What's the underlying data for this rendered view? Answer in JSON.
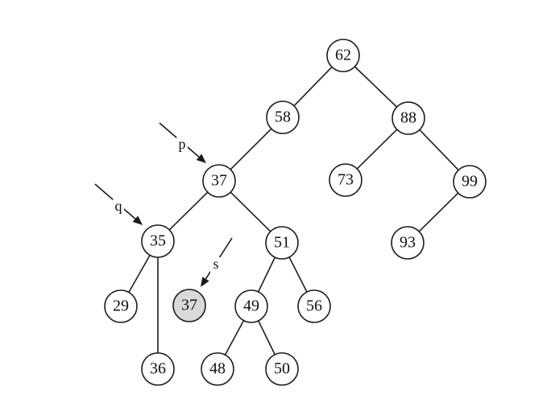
{
  "diagram": {
    "nodes": [
      {
        "id": "n62",
        "label": "62",
        "highlighted": false
      },
      {
        "id": "n58",
        "label": "58",
        "highlighted": false
      },
      {
        "id": "n88",
        "label": "88",
        "highlighted": false
      },
      {
        "id": "n37",
        "label": "37",
        "highlighted": false
      },
      {
        "id": "n73",
        "label": "73",
        "highlighted": false
      },
      {
        "id": "n99",
        "label": "99",
        "highlighted": false
      },
      {
        "id": "n35",
        "label": "35",
        "highlighted": false
      },
      {
        "id": "n51",
        "label": "51",
        "highlighted": false
      },
      {
        "id": "n93",
        "label": "93",
        "highlighted": false
      },
      {
        "id": "n29",
        "label": "29",
        "highlighted": false
      },
      {
        "id": "n37b",
        "label": "37",
        "highlighted": true
      },
      {
        "id": "n49",
        "label": "49",
        "highlighted": false
      },
      {
        "id": "n56",
        "label": "56",
        "highlighted": false
      },
      {
        "id": "n36",
        "label": "36",
        "highlighted": false
      },
      {
        "id": "n48",
        "label": "48",
        "highlighted": false
      },
      {
        "id": "n50",
        "label": "50",
        "highlighted": false
      }
    ],
    "edges": [
      [
        "n62",
        "n58"
      ],
      [
        "n62",
        "n88"
      ],
      [
        "n58",
        "n37"
      ],
      [
        "n88",
        "n73"
      ],
      [
        "n88",
        "n99"
      ],
      [
        "n37",
        "n35"
      ],
      [
        "n37",
        "n51"
      ],
      [
        "n99",
        "n93"
      ],
      [
        "n35",
        "n29"
      ],
      [
        "n35",
        "n36"
      ],
      [
        "n51",
        "n49"
      ],
      [
        "n51",
        "n56"
      ],
      [
        "n49",
        "n48"
      ],
      [
        "n49",
        "n50"
      ]
    ],
    "pointers": [
      {
        "id": "ptr-p",
        "label": "p",
        "target": "n37"
      },
      {
        "id": "ptr-q",
        "label": "q",
        "target": "n35"
      },
      {
        "id": "ptr-s",
        "label": "s",
        "target": "n37b"
      }
    ],
    "colors": {
      "node_fill": "#ffffff",
      "highlight_fill": "#d9d9d9",
      "stroke": "#1a1a1a"
    }
  }
}
